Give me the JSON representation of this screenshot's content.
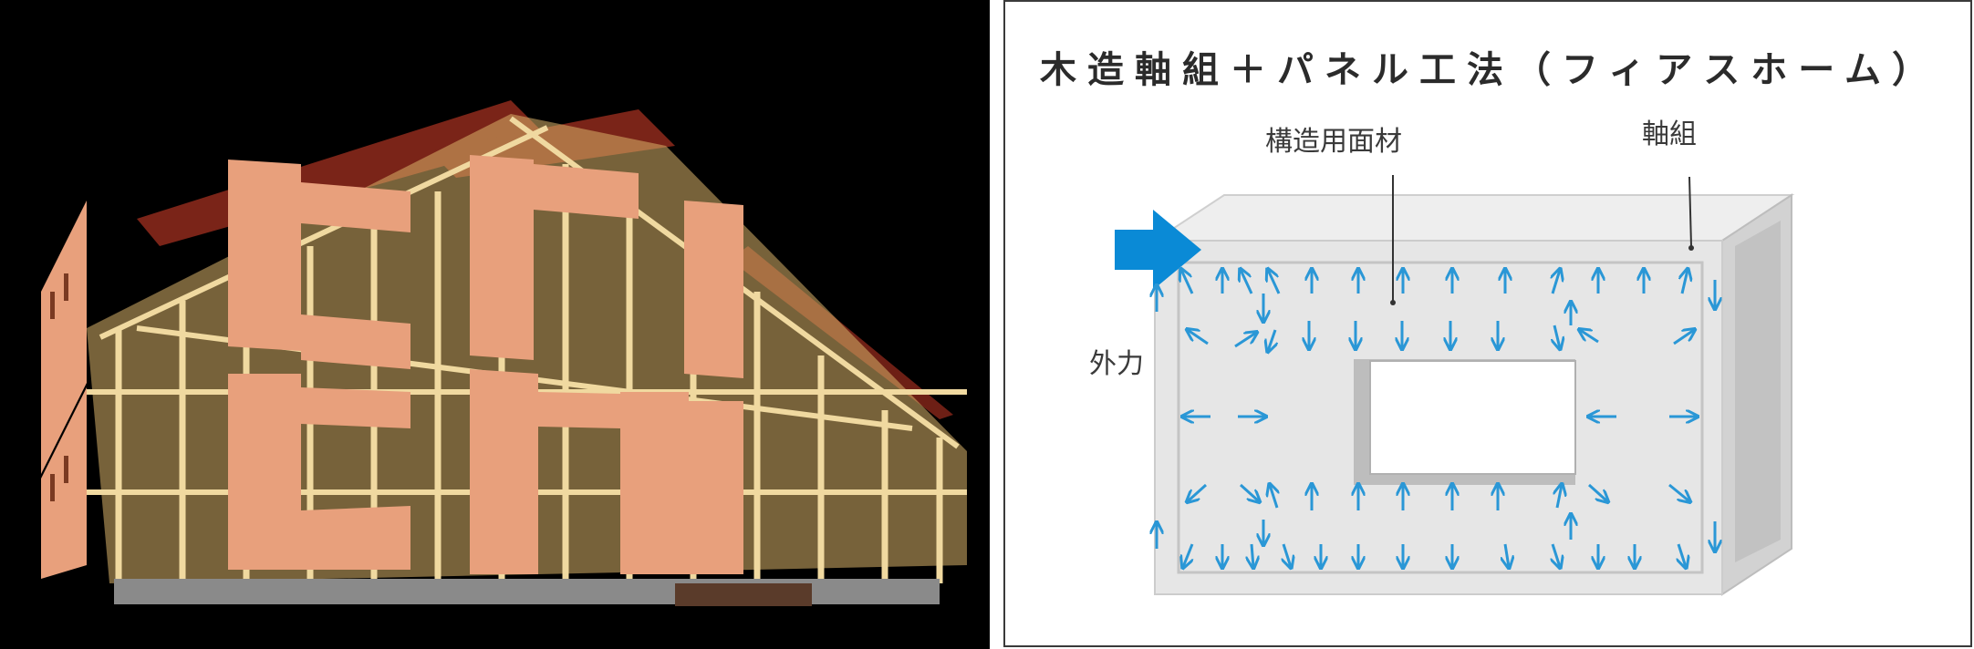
{
  "left_image": {
    "subject": "house-frame-with-panels-photo"
  },
  "diagram": {
    "title": "木造軸組＋パネル工法（フィアスホーム）",
    "labels": {
      "panel": "構造用面材",
      "frame": "軸組",
      "external_force": "外力"
    },
    "colors": {
      "arrow": "#2a97d6",
      "force_arrow": "#0a8ad6",
      "wall_face": "#e6e6e6",
      "wall_side": "#cfcfcf"
    }
  }
}
